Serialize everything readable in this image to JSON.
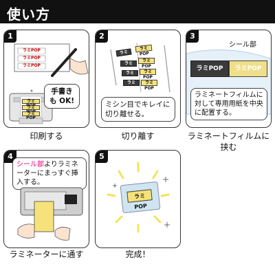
{
  "header": {
    "title": "使い方"
  },
  "steps": [
    {
      "number": "1",
      "caption": "印刷する",
      "bubble": "手書きも OK!",
      "sheet_labels": [
        "ラミPOP",
        "ラミPOP",
        "ラミPOP"
      ],
      "printer_labels": [
        "ラミPOP",
        "ラミPOP",
        "ラミPOP"
      ]
    },
    {
      "number": "2",
      "caption": "切り離す",
      "bubble": "ミシン目でキレイに切り離せる。",
      "labels": [
        "ラミPOP",
        "ラミPOP",
        "ラミPOP",
        "ラミPOP",
        "ラミPOP",
        "ラミPOP",
        "ラミPOP",
        "ラミPOP"
      ]
    },
    {
      "number": "3",
      "caption": "ラミネートフィルムに挟む",
      "seal_label": "シール部",
      "card_left": "ラミPOP",
      "card_right": "ラミPOP",
      "bubble": "ラミネートフィルムに対して専用用紙を中央に配置する。"
    },
    {
      "number": "4",
      "caption": "ラミネーターに通す",
      "bubble_highlight": "シール部",
      "bubble_rest": "よりラミネーターにまっすぐ挿入する。"
    },
    {
      "number": "5",
      "caption": "完成！",
      "card_label": "ラミPOP"
    }
  ],
  "colors": {
    "header_bg": "#111111",
    "accent_pink": "#e4007f",
    "pop_yellow": "#f6e27a",
    "pop_dark": "#3a3a3a",
    "glow": "#f3e35a"
  }
}
